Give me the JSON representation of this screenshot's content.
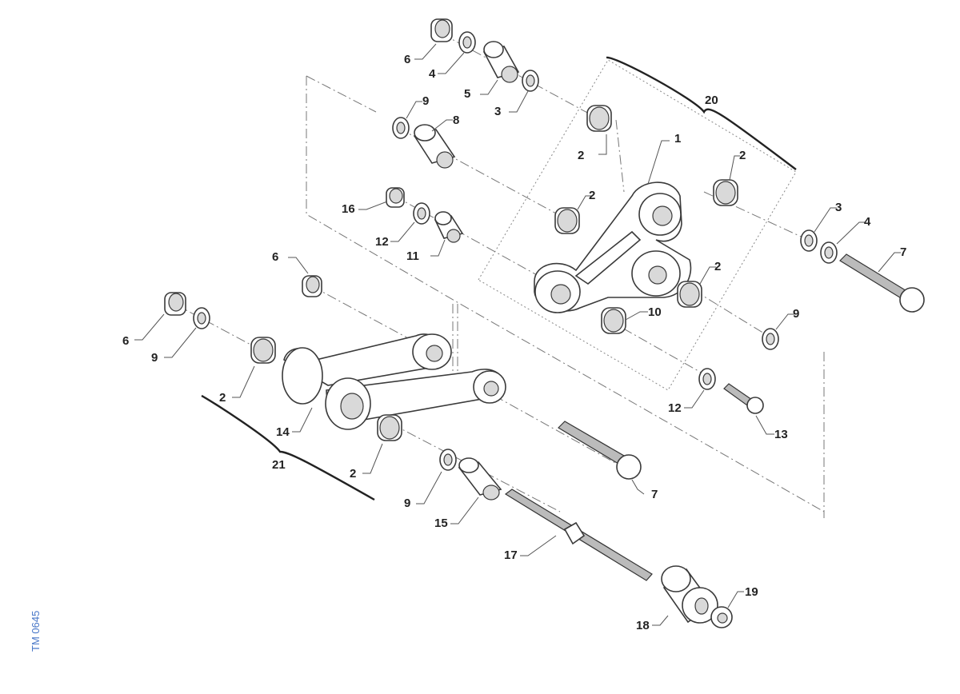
{
  "labels": {
    "l1": "1",
    "l2a": "2",
    "l2b": "2",
    "l2c": "2",
    "l2d": "2",
    "l2e": "2",
    "l2f": "2",
    "l3a": "3",
    "l3b": "3",
    "l4a": "4",
    "l4b": "4",
    "l5": "5",
    "l6a": "6",
    "l6b": "6",
    "l6c": "6",
    "l7a": "7",
    "l7b": "7",
    "l8": "8",
    "l9a": "9",
    "l9b": "9",
    "l9c": "9",
    "l9d": "9",
    "l10": "10",
    "l11": "11",
    "l12a": "12",
    "l12b": "12",
    "l13": "13",
    "l14": "14",
    "l15": "15",
    "l16": "16",
    "l17": "17",
    "l18": "18",
    "l19": "19",
    "l20": "20",
    "l21": "21"
  },
  "reference_code": "TM 0645"
}
